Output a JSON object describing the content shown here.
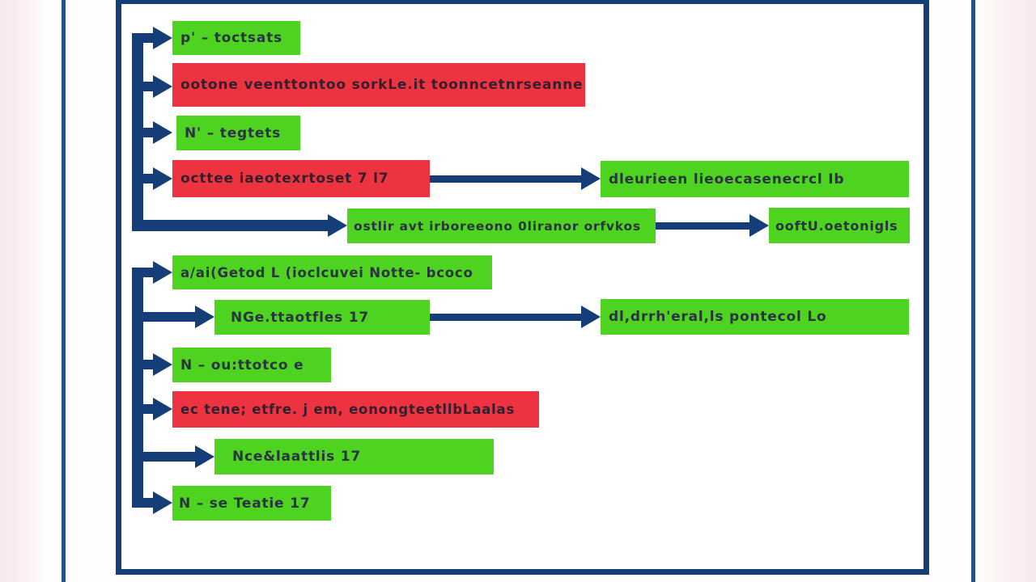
{
  "colors": {
    "navy": "#153d77",
    "green": "#4fd321",
    "red": "#ee3340",
    "text": "#2a3440",
    "redtext": "#331f2e",
    "pink_band": "#f8e8ec",
    "page_bg": "#ffffff"
  },
  "diagram": {
    "type": "flowchart",
    "boxes": [
      {
        "id": "box-1",
        "color": "green",
        "label": "p' – toctsats"
      },
      {
        "id": "box-2",
        "color": "red",
        "label": "ootone veenttontoo sorkLe.it toonncetnrseanne"
      },
      {
        "id": "box-3",
        "color": "green",
        "label": "N' – tegtets"
      },
      {
        "id": "box-4",
        "color": "red",
        "label": "octtee iaeotexrtoset 7 l7"
      },
      {
        "id": "box-4r",
        "color": "green",
        "label": "dleurieen lieoecasenecrcl Ib"
      },
      {
        "id": "box-5",
        "color": "green",
        "label": "ostlir avt irboreeono 0liranor orfvkos"
      },
      {
        "id": "box-5r",
        "color": "green",
        "label": "ooftU.oetonigls"
      },
      {
        "id": "box-6",
        "color": "green",
        "label": "a/ai(Getod L (ioclcuvei Notte- bcoco"
      },
      {
        "id": "box-7",
        "color": "green",
        "label": "NGe.ttaotfles 17"
      },
      {
        "id": "box-7r",
        "color": "green",
        "label": "dl,drrh'eral,ls pontecol Lo"
      },
      {
        "id": "box-8",
        "color": "green",
        "label": "N – ou:ttotco e"
      },
      {
        "id": "box-9",
        "color": "red",
        "label": "ec tene; etfre. j em, eonongteetllbLaalas"
      },
      {
        "id": "box-10",
        "color": "green",
        "label": "Nce&laattlis 17"
      },
      {
        "id": "box-11",
        "color": "green",
        "label": "N – se Teatie 17"
      }
    ],
    "branches": {
      "upper_spine_targets": [
        "box-1",
        "box-2",
        "box-3",
        "box-4",
        "box-5"
      ],
      "lower_spine_targets": [
        "box-6",
        "box-7",
        "box-8",
        "box-9",
        "box-10",
        "box-11"
      ]
    },
    "connectors": [
      {
        "from": "box-4",
        "to": "box-4r"
      },
      {
        "from": "box-5",
        "to": "box-5r"
      },
      {
        "from": "box-7",
        "to": "box-7r"
      }
    ]
  }
}
